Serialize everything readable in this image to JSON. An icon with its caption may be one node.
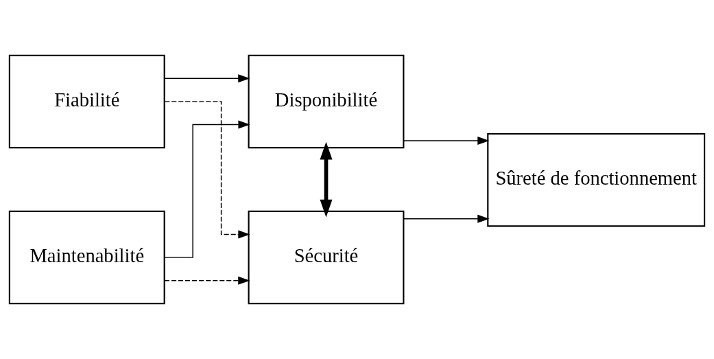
{
  "diagram": {
    "nodes": [
      {
        "text": [
          "Fiabilité"
        ]
      },
      {
        "text": [
          "Maintenabilité"
        ]
      },
      {
        "text": [
          "Disponibilité"
        ]
      },
      {
        "text": [
          "Sécurité"
        ]
      },
      {
        "text": [
          "Sûreté de fonctionnement"
        ]
      }
    ],
    "edges": [
      {
        "from": 0,
        "to": 2,
        "arrow": "to"
      },
      {
        "from": 0,
        "to": 3,
        "arrow": "to",
        "style": "dashed"
      },
      {
        "from": 1,
        "to": 2,
        "arrow": "to"
      },
      {
        "from": 1,
        "to": 3,
        "arrow": "to",
        "style": "dashed"
      },
      {
        "from": 2,
        "to": 3,
        "arrow": "both",
        "style": "thick"
      },
      {
        "from": 2,
        "to": 4,
        "arrow": "to"
      },
      {
        "from": 3,
        "to": 4,
        "arrow": "to"
      }
    ]
  }
}
